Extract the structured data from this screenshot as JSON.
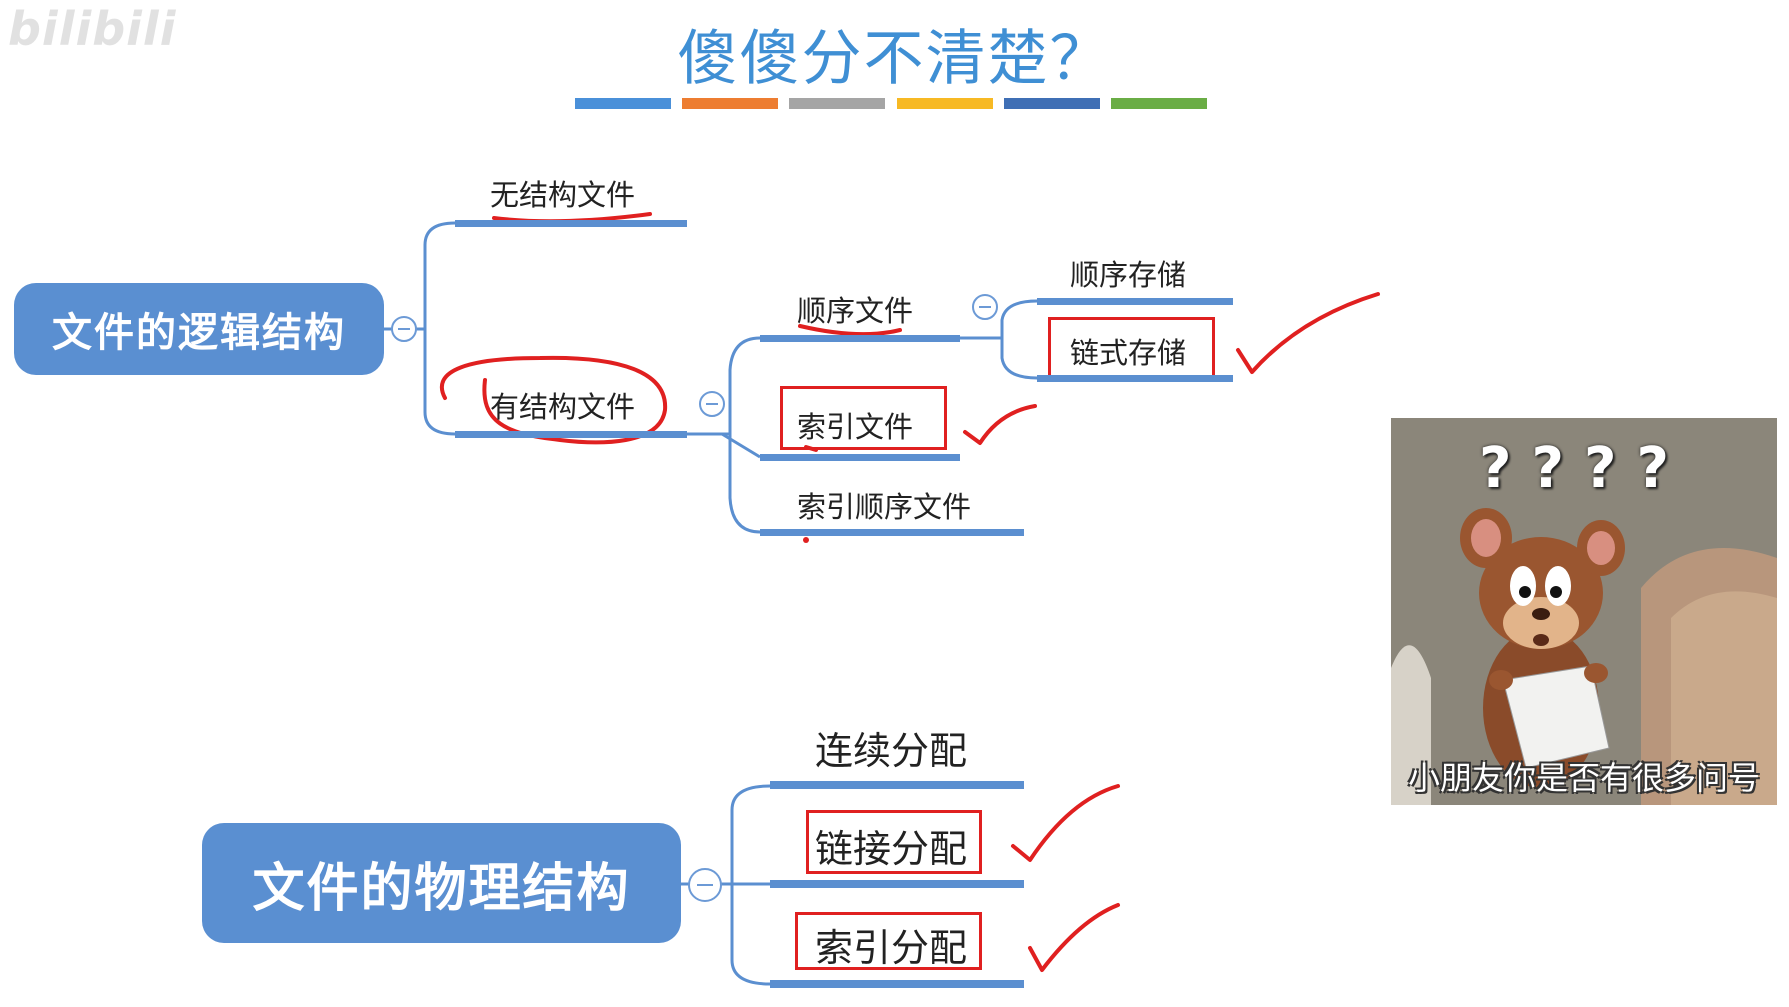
{
  "watermark": "bilibili",
  "title": "傻傻分不清楚？",
  "color_bar": [
    "#4a90d9",
    "#ed7d31",
    "#a5a5a5",
    "#f7b924",
    "#3f6fb5",
    "#6aad45"
  ],
  "logical": {
    "root_label": "文件的逻辑结构",
    "unstructured": "无结构文件",
    "structured": "有结构文件",
    "sequential_file": "顺序文件",
    "indexed_file": "索引文件",
    "indexed_sequential_file": "索引顺序文件",
    "sequential_storage": "顺序存储",
    "linked_storage": "链式存储"
  },
  "physical": {
    "root_label": "文件的物理结构",
    "contiguous": "连续分配",
    "linked": "链接分配",
    "indexed": "索引分配"
  },
  "meme": {
    "question_marks": "????",
    "caption": "小朋友你是否有很多问号"
  },
  "colors": {
    "root": "#5a8fd1",
    "connector": "#5b8fd0",
    "annotation": "#e02020"
  }
}
